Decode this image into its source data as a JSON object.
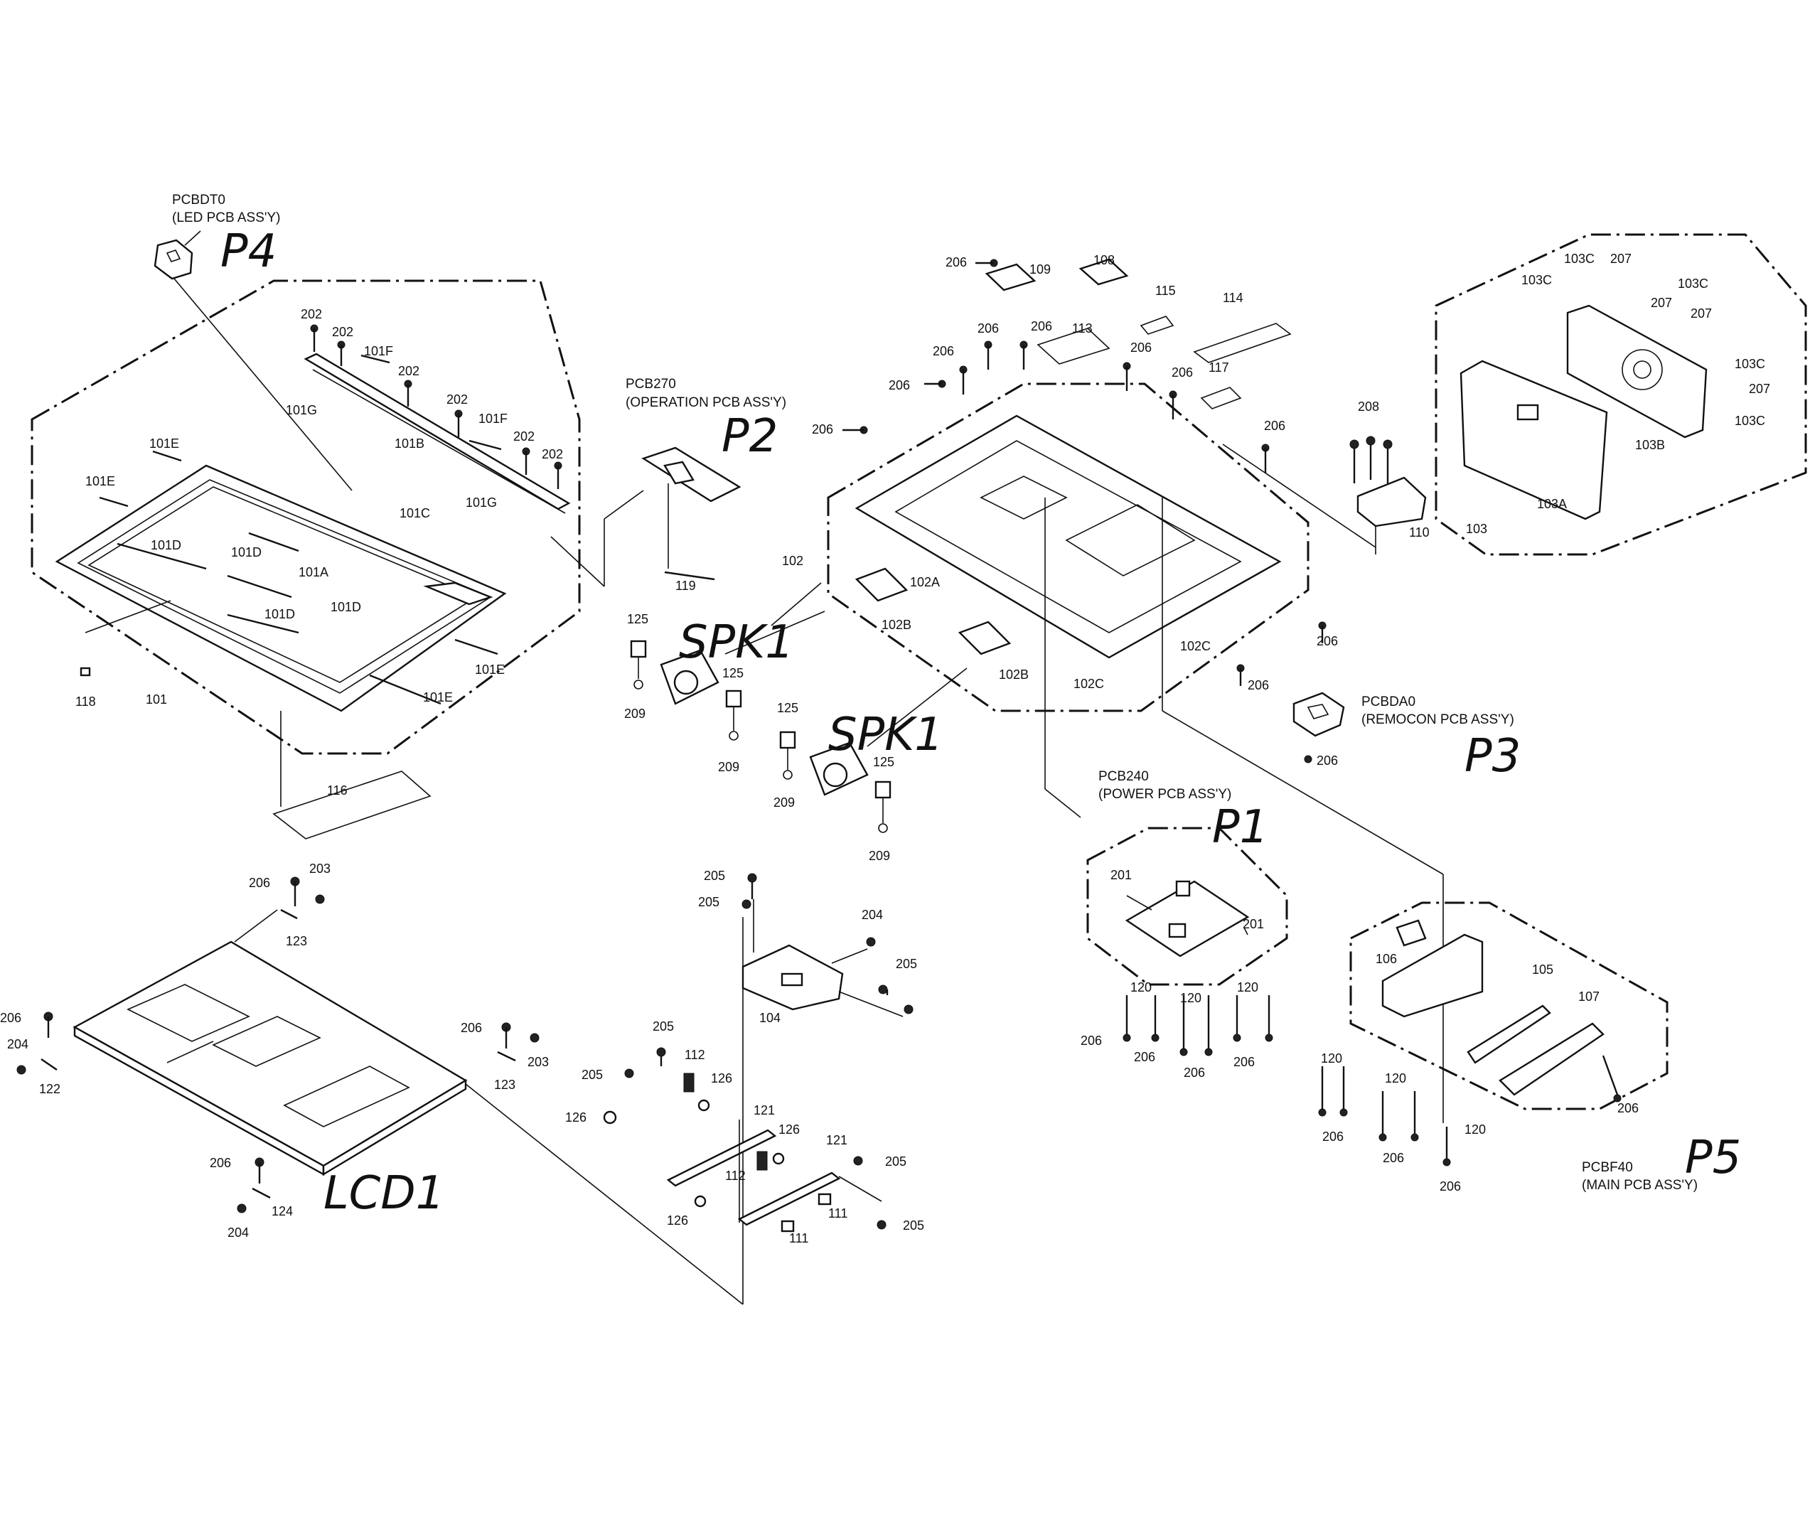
{
  "assemblies": {
    "led": {
      "code": "PCBDT0",
      "name": "(LED PCB ASS'Y)",
      "mark": "P4"
    },
    "operation": {
      "code": "PCB270",
      "name": "(OPERATION PCB ASS'Y)",
      "mark": "P2"
    },
    "remocon": {
      "code": "PCBDA0",
      "name": "(REMOCON PCB ASS'Y)",
      "mark": "P3"
    },
    "power": {
      "code": "PCB240",
      "name": "(POWER PCB ASS'Y)",
      "mark": "P1"
    },
    "main": {
      "code": "PCBF40",
      "name": "(MAIN PCB ASS'Y)",
      "mark": "P5"
    }
  },
  "handwritten": {
    "speaker_a": "SPK1",
    "speaker_b": "SPK1",
    "lcd": "LCD1"
  },
  "callouts": {
    "c202a": "202",
    "c202b": "202",
    "c202c": "202",
    "c202d": "202",
    "c202e": "202",
    "c202f": "202",
    "c101F_a": "101F",
    "c101F_b": "101F",
    "c101B": "101B",
    "c101G_a": "101G",
    "c101G_b": "101G",
    "c101E_a": "101E",
    "c101E_b": "101E",
    "c101E_c": "101E",
    "c101E_d": "101E",
    "c101D_a": "101D",
    "c101D_b": "101D",
    "c101D_c": "101D",
    "c101D_d": "101D",
    "c101A": "101A",
    "c101C": "101C",
    "c118": "118",
    "c101": "101",
    "c116": "116",
    "c119": "119",
    "c206_01": "206",
    "c109": "109",
    "c108": "108",
    "c115": "115",
    "c114": "114",
    "c206_02": "206",
    "c206_03": "206",
    "c113": "113",
    "c206_04": "206",
    "c206_05": "206",
    "c206_06": "206",
    "c206_07": "206",
    "c117": "117",
    "c206_08": "206",
    "c206_09": "206",
    "c102": "102",
    "c102A": "102A",
    "c102B_a": "102B",
    "c102B_b": "102B",
    "c102C_a": "102C",
    "c102C_b": "102C",
    "c206_10": "206",
    "c206_11": "206",
    "c206_12": "206",
    "c103C_a": "103C",
    "c103C_b": "103C",
    "c103C_c": "103C",
    "c103C_d": "103C",
    "c103C_e": "103C",
    "c207_a": "207",
    "c207_b": "207",
    "c207_c": "207",
    "c207_d": "207",
    "c208": "208",
    "c110": "110",
    "c103": "103",
    "c103A": "103A",
    "c103B": "103B",
    "c125_a": "125",
    "c125_b": "125",
    "c125_c": "125",
    "c125_d": "125",
    "c209_a": "209",
    "c209_b": "209",
    "c209_c": "209",
    "c209_d": "209",
    "c201_a": "201",
    "c201_b": "201",
    "c120_a": "120",
    "c120_b": "120",
    "c120_c": "120",
    "c120_d": "120",
    "c120_e": "120",
    "c120_f": "120",
    "c206_13": "206",
    "c206_14": "206",
    "c206_15": "206",
    "c206_16": "206",
    "c106": "106",
    "c105": "105",
    "c107": "107",
    "c206_17": "206",
    "c206_18": "206",
    "c206_19": "206",
    "c206_20": "206",
    "c206_21": "206",
    "c203_a": "203",
    "c123_a": "123",
    "c206_22": "206",
    "c204_a": "204",
    "c122": "122",
    "c206_23": "206",
    "c203_b": "203",
    "c123_b": "123",
    "c206_24": "206",
    "c124": "124",
    "c204_b": "204",
    "c205_a": "205",
    "c205_b": "205",
    "c204_c": "204",
    "c205_c": "205",
    "c104": "104",
    "c205_d": "205",
    "c112_a": "112",
    "c205_e": "205",
    "c126_a": "126",
    "c126_b": "126",
    "c121_a": "121",
    "c126_c": "126",
    "c121_b": "121",
    "c112_b": "112",
    "c205_f": "205",
    "c126_d": "126",
    "c111_a": "111",
    "c111_b": "111",
    "c205_g": "205"
  },
  "colors": {
    "ink": "#111111",
    "paper": "#ffffff"
  }
}
